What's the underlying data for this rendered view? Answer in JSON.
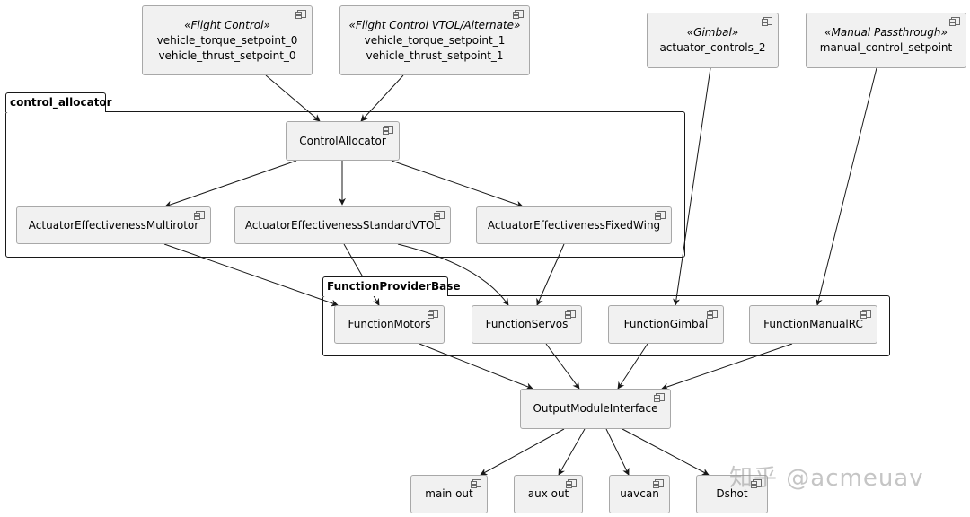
{
  "packages": {
    "control_allocator": "control_allocator",
    "function_provider_base": "FunctionProviderBase"
  },
  "nodes": {
    "flight_control": {
      "stereotype": "«Flight Control»",
      "lines": [
        "vehicle_torque_setpoint_0",
        "vehicle_thrust_setpoint_0"
      ]
    },
    "flight_control_vtol": {
      "stereotype": "«Flight Control VTOL/Alternate»",
      "lines": [
        "vehicle_torque_setpoint_1",
        "vehicle_thrust_setpoint_1"
      ]
    },
    "gimbal": {
      "stereotype": "«Gimbal»",
      "lines": [
        "actuator_controls_2"
      ]
    },
    "manual_passthrough": {
      "stereotype": "«Manual Passthrough»",
      "lines": [
        "manual_control_setpoint"
      ]
    },
    "control_allocator_node": {
      "label": "ControlAllocator"
    },
    "ae_multirotor": {
      "label": "ActuatorEffectivenessMultirotor"
    },
    "ae_standard_vtol": {
      "label": "ActuatorEffectivenessStandardVTOL"
    },
    "ae_fixed_wing": {
      "label": "ActuatorEffectivenessFixedWing"
    },
    "function_motors": {
      "label": "FunctionMotors"
    },
    "function_servos": {
      "label": "FunctionServos"
    },
    "function_gimbal": {
      "label": "FunctionGimbal"
    },
    "function_manual_rc": {
      "label": "FunctionManualRC"
    },
    "output_module_interface": {
      "label": "OutputModuleInterface"
    },
    "main_out": {
      "label": "main out"
    },
    "aux_out": {
      "label": "aux out"
    },
    "uavcan": {
      "label": "uavcan"
    },
    "dshot": {
      "label": "Dshot"
    }
  },
  "watermark": "知乎 @acmeuav",
  "colors": {
    "node_fill": "#f1f1f1",
    "node_border": "#a8a8a8",
    "line": "#181818"
  }
}
